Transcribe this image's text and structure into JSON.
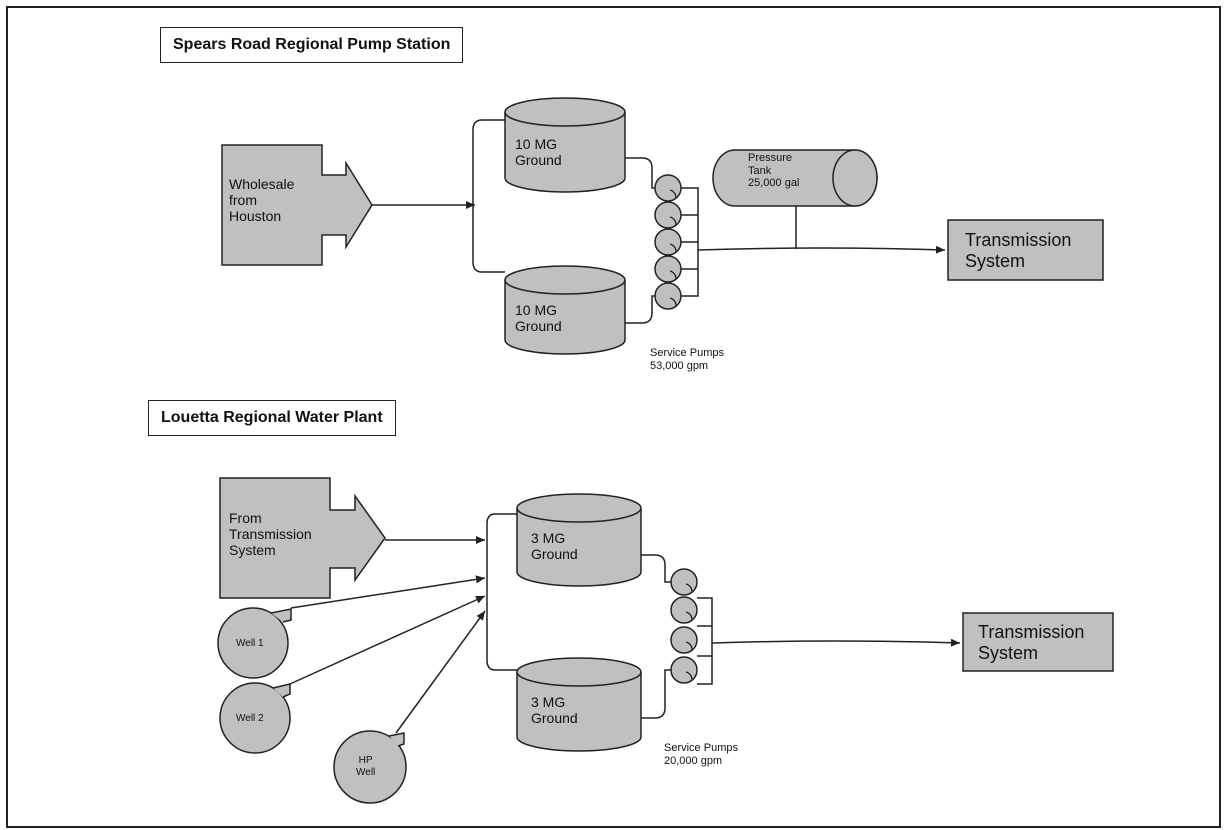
{
  "spears": {
    "title": "Spears Road Regional Pump Station",
    "source": "Wholesale\nfrom\nHouston",
    "tank_top": "10 MG\nGround",
    "tank_bottom": "10 MG\nGround",
    "pressure_tank": "Pressure\nTank\n25,000 gal",
    "pumps_label": "Service Pumps\n53,000 gpm",
    "output": "Transmission\nSystem"
  },
  "louetta": {
    "title": "Louetta Regional Water Plant",
    "source": "From\nTransmission\nSystem",
    "well1": "Well 1",
    "well2": "Well 2",
    "hp_well": "HP\nWell",
    "tank_top": "3 MG\nGround",
    "tank_bottom": "3 MG\nGround",
    "pumps_label": "Service Pumps\n20,000 gpm",
    "output": "Transmission\nSystem"
  },
  "colors": {
    "fill": "#c0c0c0",
    "stroke": "#222222",
    "background": "#ffffff"
  }
}
